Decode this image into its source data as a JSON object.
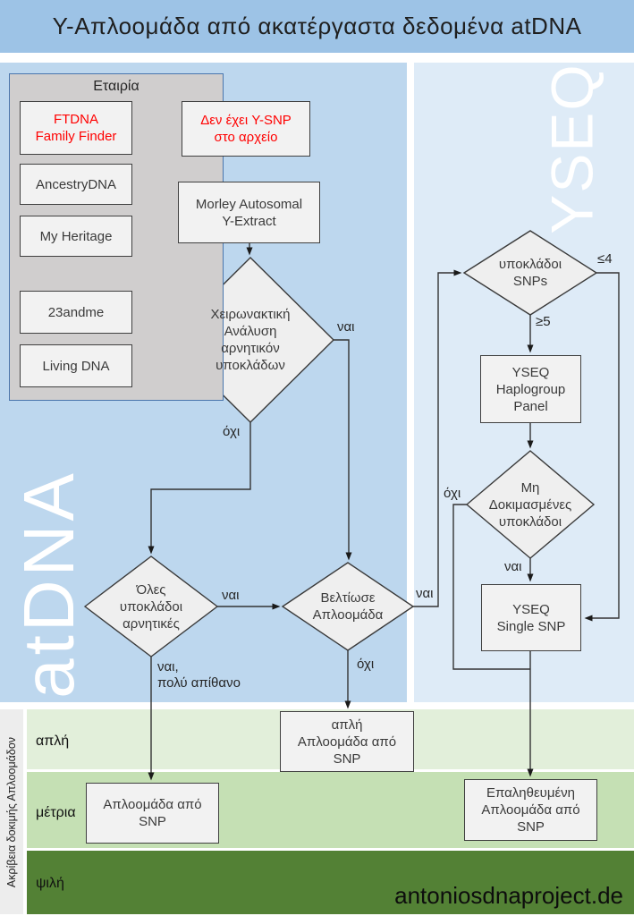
{
  "title": "Υ-Απλοομάδα από ακατέργαστα δεδομένα atDNA",
  "watermarks": {
    "left": "atDNA",
    "right": "YSEQ"
  },
  "company": {
    "header": "Εταιρία",
    "items": [
      {
        "label": "FTDNA\nFamily Finder",
        "highlight": "red"
      },
      {
        "label": "AncestryDNA"
      },
      {
        "label": "My Heritage"
      },
      {
        "label": "23andme"
      },
      {
        "label": "Living DNA"
      }
    ]
  },
  "nodes": {
    "no_ysnp": "Δεν έχει Y-SNP\nστο αρχείο",
    "morley": "Morley Autosomal\nY-Extract",
    "manual_analysis": "Χειρωνακτική\nΑνάλυση\nαρνητικόν\nυποκλάδων",
    "all_negative": "Όλες\nυποκλάδοι\nαρνητικές",
    "improve_haplogroup": "Βελτίωσε\nΑπλοομάδα",
    "subclade_snps": "υποκλάδοι\nSNPs",
    "untested_subclades": "Μη\nΔοκιμασμένες\nυποκλάδοι",
    "haplogroup_panel": "YSEQ\nHaplogroup\nPanel",
    "single_snp": "YSEQ\nSingle SNP",
    "result_simple": "απλή\nΑπλοομάδα από\nSNP",
    "result_medium": "Απλοομάδα από\nSNP",
    "result_verified": "Επαληθευμένη\nΑπλοομάδα από\nSNP"
  },
  "edge_labels": {
    "manual_yes": "ναι",
    "manual_no": "όχι",
    "all_negative_yes": "ναι",
    "all_negative_down": "ναι,\nπολύ απίθανο",
    "improve_yes": "ναι",
    "improve_no": "όχι",
    "snps_le4": "≤4",
    "snps_ge5": "≥5",
    "untested_yes": "ναι",
    "untested_no": "όχι"
  },
  "bands": {
    "axis_label": "Ακρίβεια δοκιμής Απλοομάδον",
    "items": [
      {
        "label": "απλή"
      },
      {
        "label": "μέτρια"
      },
      {
        "label": "ψιλή"
      }
    ]
  },
  "footer": {
    "site": "antoniosdnaproject.de"
  },
  "colors": {
    "title_bg": "#9dc3e6",
    "left_panel_bg": "#bdd7ee",
    "right_panel_bg": "#deebf7",
    "band_simple": "#e2efda",
    "band_medium": "#c5e0b4",
    "band_high": "#538135",
    "node_fill": "#f2f2f2",
    "node_border": "#404040",
    "container_fill": "#d0cece",
    "container_border": "#4a76ad",
    "alert_red": "#ff0000"
  }
}
